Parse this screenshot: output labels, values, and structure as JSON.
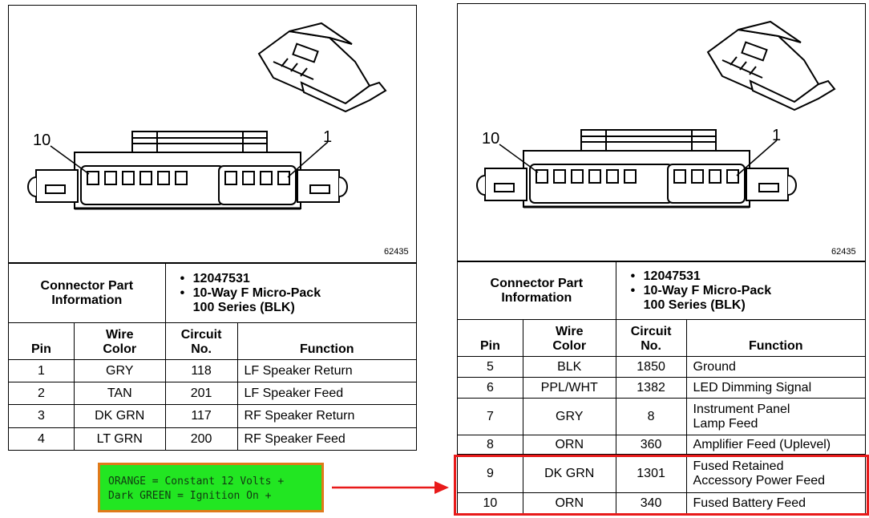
{
  "left_panel": {
    "callout_left": "10",
    "callout_right": "1",
    "figure_number": "62435",
    "connector_label_line1": "Connector Part",
    "connector_label_line2": "Information",
    "part_number": "12047531",
    "part_desc_line1": "10-Way F Micro-Pack",
    "part_desc_line2": "100 Series (BLK)",
    "headers": {
      "pin": "Pin",
      "wire1": "Wire",
      "wire2": "Color",
      "circ1": "Circuit",
      "circ2": "No.",
      "function": "Function"
    },
    "rows": [
      {
        "pin": "1",
        "color": "GRY",
        "circuit": "118",
        "function": "LF Speaker Return"
      },
      {
        "pin": "2",
        "color": "TAN",
        "circuit": "201",
        "function": "LF Speaker Feed"
      },
      {
        "pin": "3",
        "color": "DK GRN",
        "circuit": "117",
        "function": "RF Speaker Return"
      },
      {
        "pin": "4",
        "color": "LT GRN",
        "circuit": "200",
        "function": "RF Speaker Feed"
      }
    ]
  },
  "right_panel": {
    "callout_left": "10",
    "callout_right": "1",
    "figure_number": "62435",
    "connector_label_line1": "Connector Part",
    "connector_label_line2": "Information",
    "part_number": "12047531",
    "part_desc_line1": "10-Way F Micro-Pack",
    "part_desc_line2": "100 Series (BLK)",
    "headers": {
      "pin": "Pin",
      "wire1": "Wire",
      "wire2": "Color",
      "circ1": "Circuit",
      "circ2": "No.",
      "function": "Function"
    },
    "rows": [
      {
        "pin": "5",
        "color": "BLK",
        "circuit": "1850",
        "function": "Ground"
      },
      {
        "pin": "6",
        "color": "PPL/WHT",
        "circuit": "1382",
        "function": "LED Dimming Signal"
      },
      {
        "pin": "7",
        "color": "GRY",
        "circuit": "8",
        "function_line1": "Instrument Panel",
        "function_line2": "Lamp Feed"
      },
      {
        "pin": "8",
        "color": "ORN",
        "circuit": "360",
        "function": "Amplifier Feed (Uplevel)"
      },
      {
        "pin": "9",
        "color": "DK GRN",
        "circuit": "1301",
        "function_line1": "Fused Retained",
        "function_line2": "Accessory Power Feed"
      },
      {
        "pin": "10",
        "color": "ORN",
        "circuit": "340",
        "function": "Fused Battery Feed"
      }
    ]
  },
  "legend": {
    "line1": "ORANGE = Constant 12 Volts +",
    "line2": "Dark GREEN = Ignition On +"
  },
  "colors": {
    "legend_bg": "#22e622",
    "legend_border": "#e07a1a",
    "highlight": "#e81a1a"
  }
}
